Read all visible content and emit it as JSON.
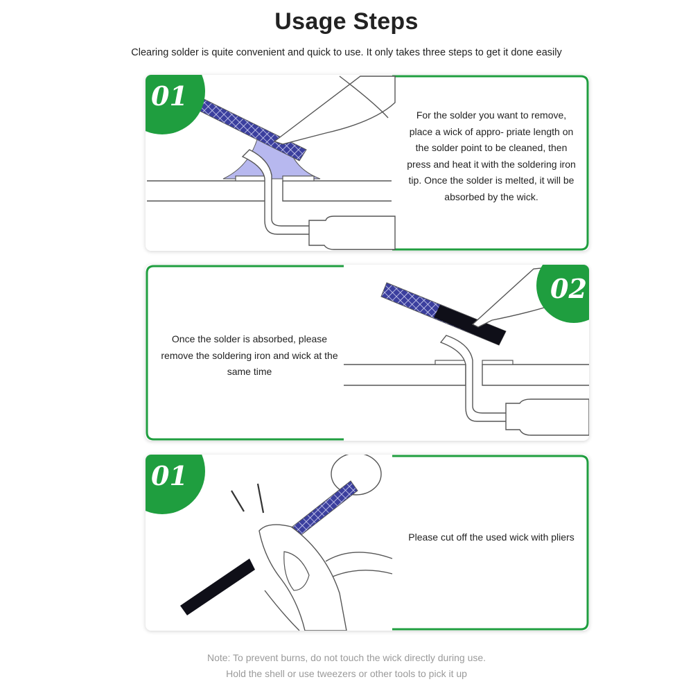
{
  "header": {
    "title": "Usage Steps",
    "subtitle": "Clearing solder is quite convenient and quick to use. It only takes three steps to get it done easily"
  },
  "steps": [
    {
      "badge": "01",
      "text": "For the solder you want to remove, place a wick of appro- priate length on the solder point to be cleaned, then press and heat it with the soldering iron tip. Once the solder is melted, it will be absorbed by the wick."
    },
    {
      "badge": "02",
      "text": "Once the solder is absorbed, please remove the soldering iron and wick at the same time"
    },
    {
      "badge": "01",
      "text": "Please cut off the used wick with pliers"
    }
  ],
  "note": {
    "line1": "Note: To prevent burns, do not touch the wick directly during use.",
    "line2": "Hold the shell or use tweezers or other tools to pick it up"
  },
  "colors": {
    "accent_green": "#1f9e3f",
    "solder_purple": "#b7b8ef",
    "wick_blue": "#3b3f9e",
    "outline": "#555555"
  },
  "icons": {
    "step1": "solder-wick-heating-illustration",
    "step2": "remove-iron-and-wick-illustration",
    "step3": "cut-wick-with-pliers-illustration"
  }
}
